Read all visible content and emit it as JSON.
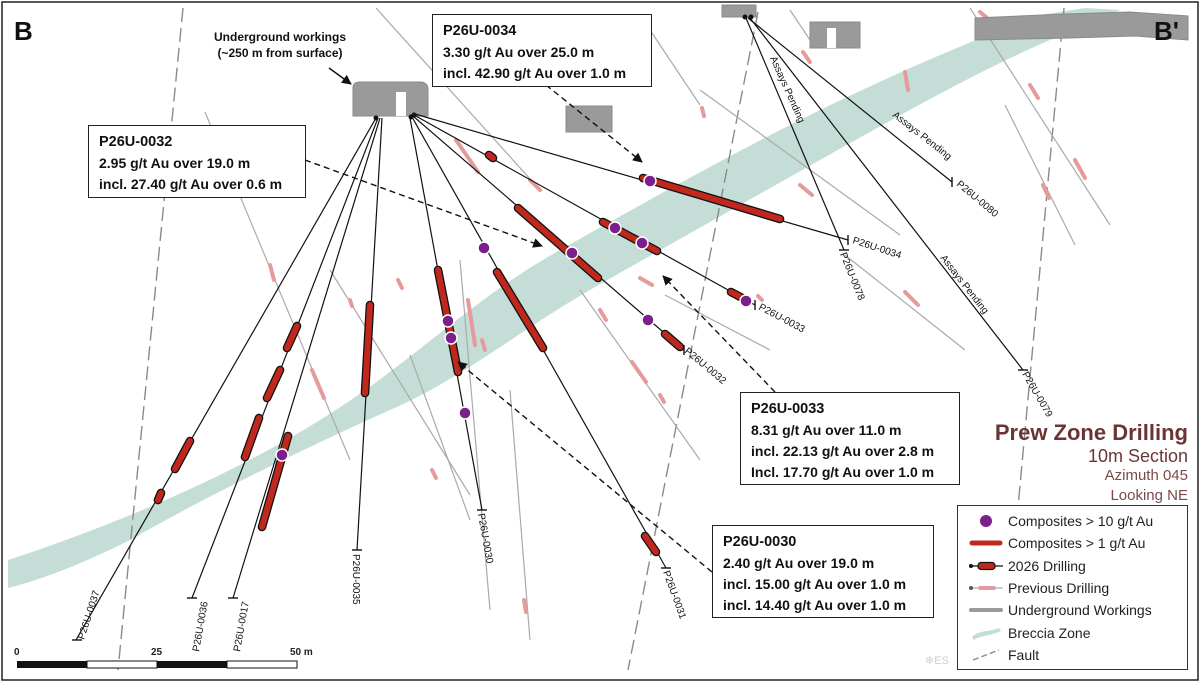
{
  "section": {
    "start": "B",
    "end": "B'"
  },
  "workings_label": {
    "line1": "Underground workings",
    "line2": "(~250 m from surface)"
  },
  "callouts": [
    {
      "title": "P26U-0034",
      "lines": [
        "3.30 g/t Au over 25.0 m",
        "incl. 42.90 g/t Au over 1.0 m"
      ]
    },
    {
      "title": "P26U-0032",
      "lines": [
        "2.95 g/t Au over 19.0 m",
        "incl. 27.40 g/t Au over 0.6 m"
      ]
    },
    {
      "title": "P26U-0033",
      "lines": [
        "8.31 g/t Au over 11.0 m",
        "incl. 22.13 g/t Au over 2.8 m",
        "Incl. 17.70 g/t Au over 1.0 m"
      ]
    },
    {
      "title": "P26U-0030",
      "lines": [
        "2.40 g/t Au over 19.0 m",
        "incl. 15.00 g/t Au over 1.0 m",
        "incl. 14.40 g/t Au over 1.0 m"
      ]
    }
  ],
  "holes": {
    "0037": "P26U-0037",
    "0036": "P26U-0036",
    "0017": "P26U-0017",
    "0035": "P26U-0035",
    "0030": "P26U-0030",
    "0031": "P26U-0031",
    "0032": "P26U-0032",
    "0033": "P26U-0033",
    "0034": "P26U-0034",
    "0078": "P26U-0078",
    "0080": "P26U-0080",
    "0079": "P26U-0079"
  },
  "assays_pending": "Assays Pending",
  "title_block": {
    "title": "Prew Zone Drilling",
    "section": "10m Section",
    "azimuth": "Azimuth 045",
    "looking": "Looking NE"
  },
  "legend": [
    "Composites > 10 g/t Au",
    "Composites > 1 g/t Au",
    "2026 Drilling",
    "Previous Drilling",
    "Underground Workings",
    "Breccia Zone",
    "Fault"
  ],
  "scale": [
    "0",
    "25",
    "50 m"
  ],
  "watermark": "❄ES",
  "colors": {
    "breccia": "#c5ddd7",
    "intercept": "#c0281e",
    "high_grade": "#7a1f8c",
    "previous_intercept": "#e59b9b",
    "workings": "#9a9a9a",
    "title": "#6b3535"
  }
}
